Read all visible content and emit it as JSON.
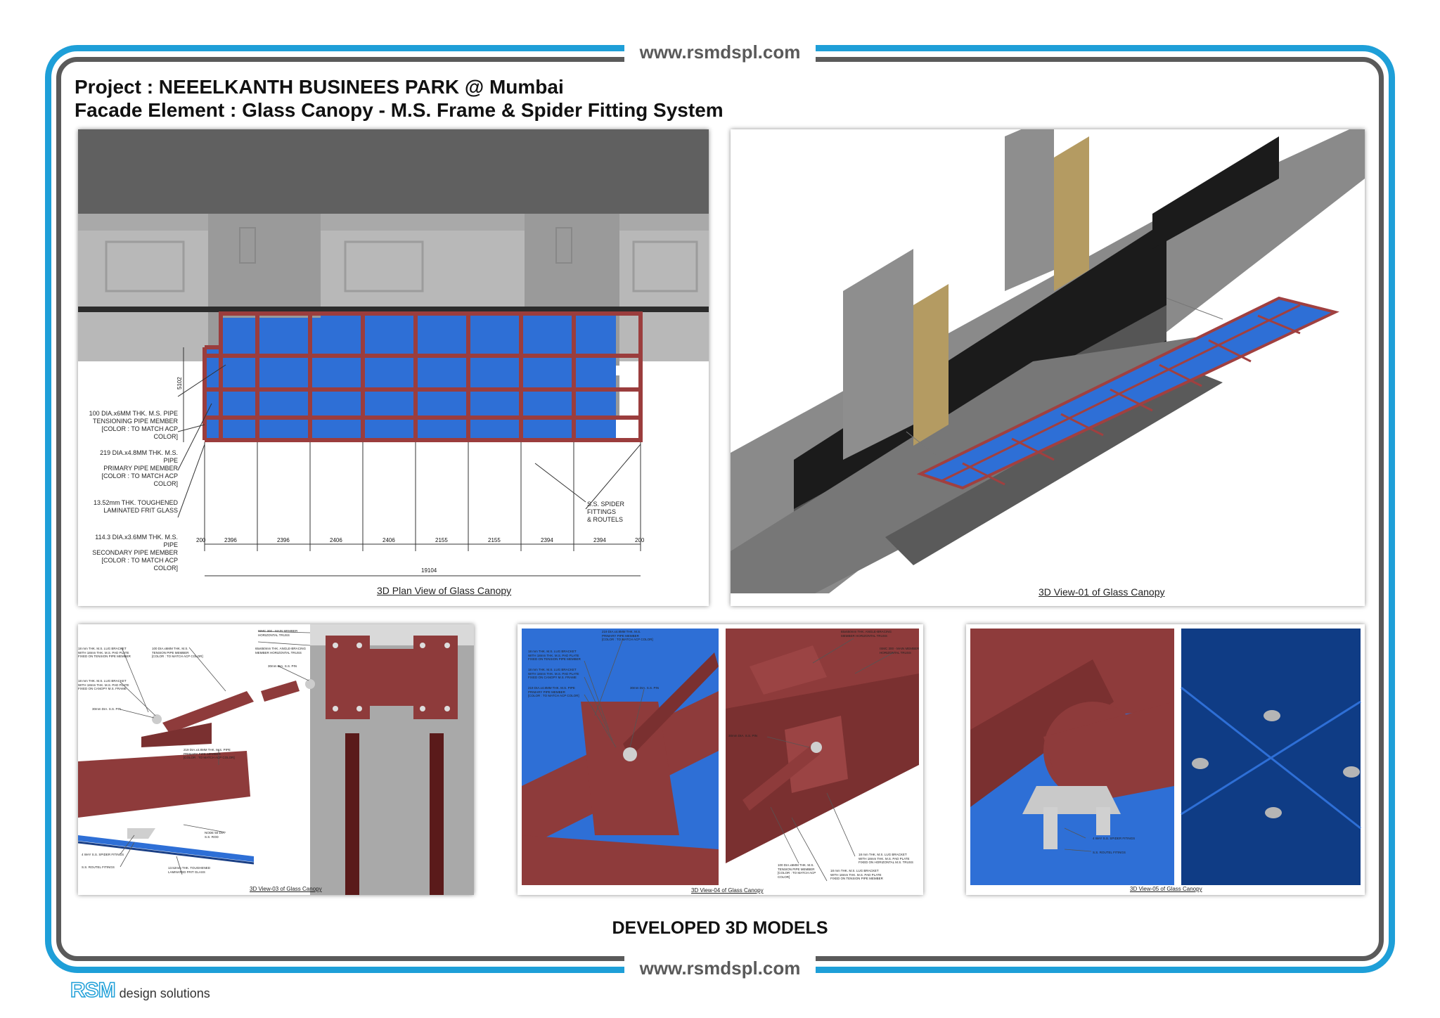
{
  "site_url": "www.rsmdspl.com",
  "header": {
    "project_line": "Project : NEEELKANTH BUSINEES PARK @ Mumbai",
    "element_line": "Facade Element : Glass Canopy - M.S. Frame & Spider Fitting System"
  },
  "plan_view": {
    "caption": "3D Plan View of Glass Canopy",
    "labels": [
      [
        "100 DIA.x6MM THK. M.S. PIPE",
        "TENSIONING PIPE MEMBER",
        "[COLOR : TO MATCH ACP COLOR]"
      ],
      [
        "219 DIA.x4.8MM THK. M.S. PIPE",
        "PRIMARY PIPE MEMBER",
        "[COLOR : TO MATCH ACP COLOR]"
      ],
      [
        "13.52mm THK. TOUGHENED",
        "LAMINATED FRIT GLASS"
      ],
      [
        "114.3 DIA.x3.6MM THK. M.S. PIPE",
        "SECONDARY PIPE MEMBER",
        "[COLOR : TO MATCH ACP COLOR]"
      ]
    ],
    "spider_label": [
      "S.S. SPIDER FITTINGS",
      "& ROUTELS"
    ],
    "height_dim": "5102",
    "dims": [
      "200",
      "2396",
      "2396",
      "2406",
      "2406",
      "2155",
      "2155",
      "2394",
      "2394",
      "200"
    ],
    "total_dim": "19104"
  },
  "view01": {
    "caption": "3D View-01 of Glass Canopy"
  },
  "view03": {
    "caption": "3D View-03 of Glass Canopy",
    "labels": {
      "a": [
        "18 mm THK. M.S. LUG BRACKET",
        "WITH 18mm THK. M.S. PAD PLATE",
        "FIXED ON TENSION PIPE MEMBER"
      ],
      "b": [
        "100 DIA.x6MM THK. M.S.",
        "TENSION PIPE MEMBER",
        "[COLOR : TO MATCH ACP COLOR]"
      ],
      "c": [
        "ISMC 300 - MAIN MEMBER",
        "HORIZONTAL TRUSS"
      ],
      "d": [
        "65x650mm THK. ANGLE-BRACING",
        "MEMBER HORIZONTAL TRUSS"
      ],
      "e": [
        "30mm DIA. S.S. PIN"
      ],
      "f": [
        "18 mm THK. M.S. LUG BRACKET",
        "WITH 18mm THK. M.S. PAD PLATE",
        "FIXED ON CANOPY M.S. FRAME"
      ],
      "g": [
        "30mm DIA. S.S. PIN"
      ],
      "h": [
        "219 DIA.x4.8MM THK. M.S. PIPE",
        "PRIMARY PIPE MEMBER",
        "[COLOR : TO MATCH ACP COLOR]"
      ],
      "i": [
        "NODE 50 DIA.",
        "S.S. ROD"
      ],
      "j": [
        "4 WAY S.S. SPIDER FITINGS"
      ],
      "k": [
        "S.S. ROUTEL FITINGS"
      ],
      "l": [
        "13.52mm THK. TOUGHENED",
        "LAMINATED FRIT GLASS"
      ]
    }
  },
  "view04": {
    "caption": "3D View-04 of Glass Canopy",
    "labels": {
      "a": [
        "219 DIA.x4.8MM THK. M.S.",
        "PRIMARY PIPE MEMBER",
        "[COLOR : TO MATCH ACP COLOR]"
      ],
      "b": [
        "18 mm THK. M.S. LUG BRACKET",
        "WITH 18mm THK. M.S. PAD PLATE",
        "FIXED ON TENSION PIPE MEMBER"
      ],
      "c": [
        "18 mm THK. M.S. LUG BRACKET",
        "WITH 18mm THK. M.S. PAD PLATE",
        "FIXED ON CANOPY M.S. FRAME"
      ],
      "d": [
        "219 DIA.x4.8MM THK. M.S. PIPE",
        "PRIMARY PIPE MEMBER",
        "[COLOR : TO MATCH ACP COLOR]"
      ],
      "e": [
        "30mm DIA. S.S. PIN"
      ],
      "f": [
        "65x650mm THK. ANGLE-BRACING",
        "MEMBER HORIZONTAL TRUSS"
      ],
      "g": [
        "ISMC 300 - MAIN MEMBER",
        "HORIZONTAL TRUSS"
      ],
      "h": [
        "30mm DIA. S.S. PIN"
      ],
      "i": [
        "18 mm THK. M.S. LUG BRACKET",
        "WITH 18mm THK. M.S. PAD PLATE",
        "FIXED ON HORIZONTAL M.S. TRUSS"
      ],
      "j": [
        "100 DIA.x6MM THK. M.S.",
        "TENSION PIPE MEMBER",
        "[COLOR : TO MATCH ACP COLOR]"
      ],
      "k": [
        "18 mm THK. M.S. LUG BRACKET",
        "WITH 18mm THK. M.S. PAD PLATE",
        "FIXED ON TENSION PIPE MEMBER"
      ]
    }
  },
  "view05": {
    "caption": "3D View-05 of Glass Canopy",
    "labels": {
      "a": [
        "4 WAY S.S. SPIDER FITINGS"
      ],
      "b": [
        "S.S. ROUTEL FITINGS"
      ]
    }
  },
  "footer_title": "DEVELOPED 3D MODELS",
  "logo": {
    "mark": "RSM",
    "text": "design solutions"
  },
  "colors": {
    "frame_blue": "#1e9fd8",
    "frame_grey": "#5a5a5a",
    "glass_blue": "#2e6fd6",
    "steel_red": "#8e3b3b"
  }
}
